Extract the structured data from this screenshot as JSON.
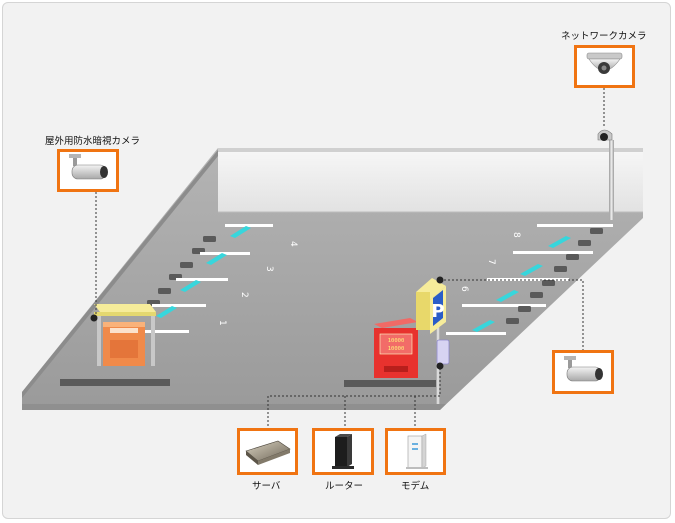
{
  "labels": {
    "network_camera": "ネットワークカメラ",
    "outdoor_camera": "屋外用防水暗視カメラ",
    "server": "サーバ",
    "router": "ルーター",
    "modem": "モデム"
  },
  "spaces_left": [
    "1",
    "2",
    "3",
    "4"
  ],
  "spaces_right": [
    "6",
    "7",
    "8"
  ],
  "sign_letter": "P",
  "colors": {
    "accent": "#f07412",
    "lot_floor": "#a8a8a8",
    "wall": "#eeeeee",
    "space_marker": "#37d6dc",
    "booth_canopy": "#f6ec9a",
    "booth_body": "#f08a4a",
    "vending_machine": "#e8322e"
  }
}
